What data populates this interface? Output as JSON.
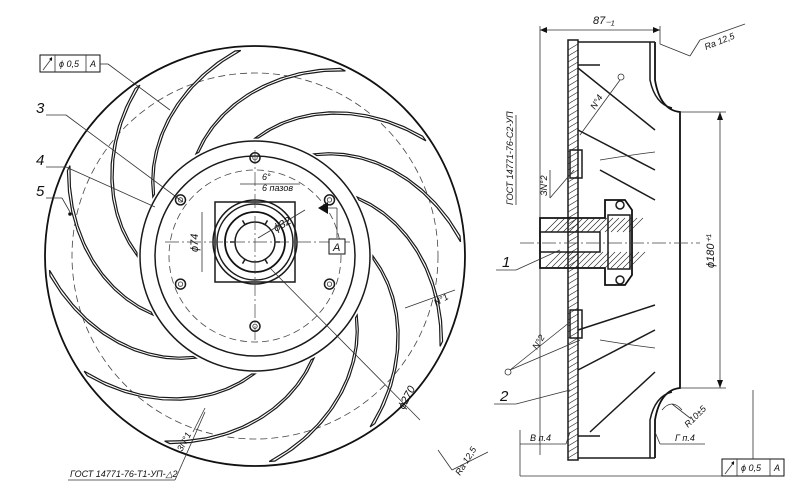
{
  "front_view": {
    "tolerance_frame": {
      "symbol": "runout-icon",
      "value": "ϕ 0,5",
      "datum": "A"
    },
    "callouts": [
      "3",
      "4",
      "5"
    ],
    "holes_note": {
      "count": "6°",
      "label": "6 пазов"
    },
    "bore_dim": "ϕ32",
    "hub_dim": "ϕ74",
    "datum_label": "A",
    "outer_dim": "ϕ270",
    "weld_left": "3N°1",
    "weld_right": "N°1",
    "roughness": "Ra 12,5",
    "standard": "ГОСТ 14771-76-Т1-УП-△2"
  },
  "section_view": {
    "width_dim": "87₋₁",
    "roughness": "Ra 12,5",
    "standard": "ГОСТ 14771-76-С2-УП",
    "weld_mark_1": "ЗN°2",
    "weld_mark_2": "N°4",
    "weld_mark_3": "N°2",
    "part_1": "1",
    "part_2": "2",
    "inner_dim": "ϕ180⁺¹",
    "radius_dim": "R10±5",
    "view_b": "В п.4",
    "view_g": "Г п.4",
    "tolerance_frame": {
      "symbol": "runout-icon",
      "value": "ϕ 0,5",
      "datum": "A"
    }
  },
  "icons": {
    "runout": "runout-arrow-icon",
    "datum": "datum-triangle-icon"
  }
}
